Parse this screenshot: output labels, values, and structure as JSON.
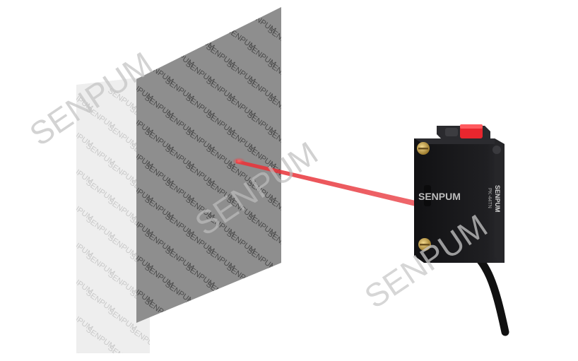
{
  "product": {
    "brand_front": "SENPUM",
    "brand_side": "SENPUM",
    "model": "PK-44TN"
  },
  "target": {
    "pattern_text": "SENPUM"
  },
  "watermarks": [
    "SENPUM",
    "SENPUM",
    "SENPUM"
  ],
  "colors": {
    "background": "#ffffff",
    "panel_back": "#ececec",
    "panel_front": "#8d8d8d",
    "beam": "#e8343a",
    "housing": "#1b1b1d",
    "button": "#e8262e",
    "screw": "#c8a24a"
  }
}
